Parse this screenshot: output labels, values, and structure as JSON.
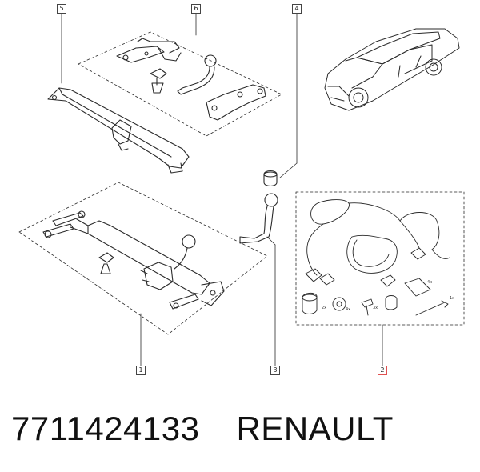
{
  "diagram": {
    "callouts": [
      {
        "id": "5",
        "label": "5"
      },
      {
        "id": "6",
        "label": "6"
      },
      {
        "id": "4",
        "label": "4"
      },
      {
        "id": "1",
        "label": "1"
      },
      {
        "id": "3",
        "label": "3"
      },
      {
        "id": "2",
        "label": "2"
      }
    ],
    "quantities": [
      "4x",
      "2x",
      "4x",
      "3x",
      "1x"
    ],
    "line_color": "#2a2a2a",
    "highlight_color": "#e05050"
  },
  "caption": {
    "part_number": "7711424133",
    "brand": "RENAULT"
  }
}
